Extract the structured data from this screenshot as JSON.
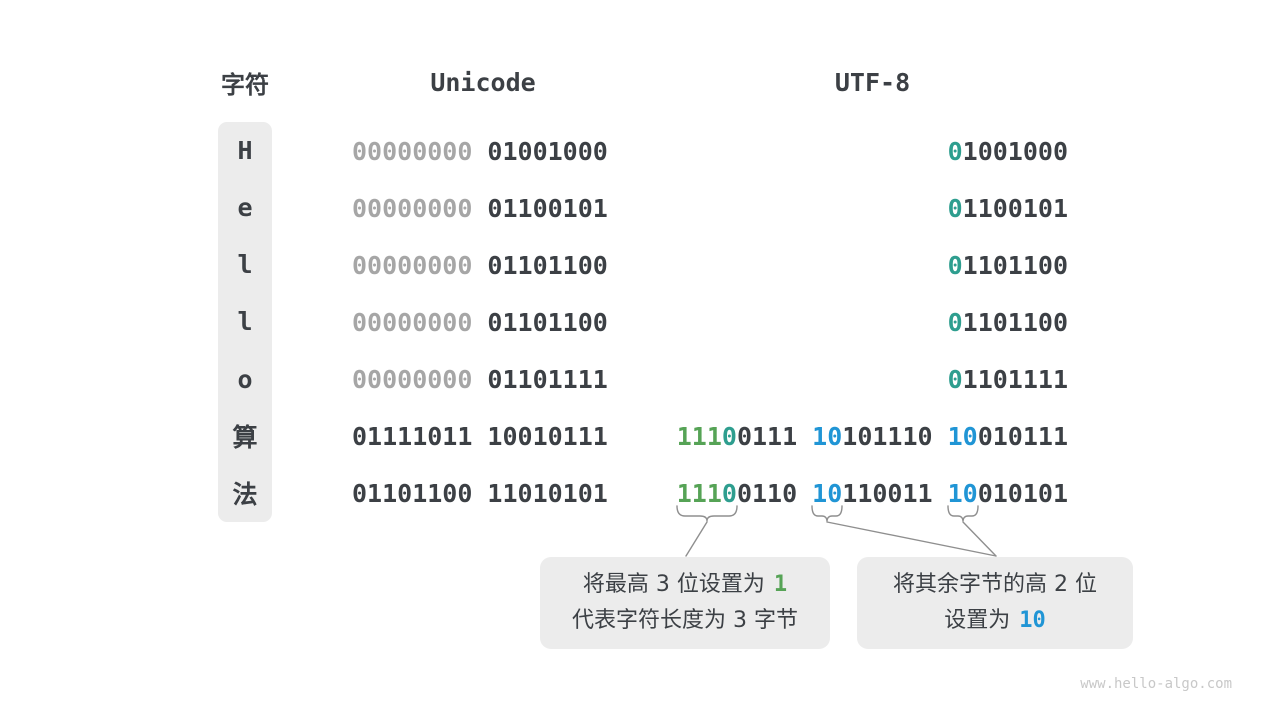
{
  "headers": {
    "char": "字符",
    "unicode": "Unicode",
    "utf8": "UTF-8"
  },
  "colors": {
    "text_dark": "#3c4045",
    "leading_zero_gray": "#a6a6a6",
    "marker_teal": "#2e9e8f",
    "marker_green": "#56a356",
    "marker_blue": "#2095d5",
    "box_background": "#ececec",
    "connector_gray": "#8f8f8f",
    "watermark_gray": "#c8c8c8"
  },
  "rows": [
    {
      "char": "H",
      "u1": "00000000",
      "u2": "01001000",
      "utf8": {
        "s1": "0",
        "s2": "1001000"
      }
    },
    {
      "char": "e",
      "u1": "00000000",
      "u2": "01100101",
      "utf8": {
        "s1": "0",
        "s2": "1100101"
      }
    },
    {
      "char": "l",
      "u1": "00000000",
      "u2": "01101100",
      "utf8": {
        "s1": "0",
        "s2": "1101100"
      }
    },
    {
      "char": "l",
      "u1": "00000000",
      "u2": "01101100",
      "utf8": {
        "s1": "0",
        "s2": "1101100"
      }
    },
    {
      "char": "o",
      "u1": "00000000",
      "u2": "01101111",
      "utf8": {
        "s1": "0",
        "s2": "1101111"
      }
    },
    {
      "char": "算",
      "u1": "01111011",
      "u2": "10010111",
      "utf8": {
        "b1a": "111",
        "b1b": "0",
        "b1c": "0111",
        "b2a": "10",
        "b2b": "101110",
        "b3a": "10",
        "b3b": "010111"
      }
    },
    {
      "char": "法",
      "u1": "01101100",
      "u2": "11010101",
      "utf8": {
        "b1a": "111",
        "b1b": "0",
        "b1c": "0110",
        "b2a": "10",
        "b2b": "110011",
        "b3a": "10",
        "b3b": "010101"
      }
    }
  ],
  "callout_high": {
    "l1a": "将最高 3 位设置为 ",
    "l1b": "1",
    "l2": "代表字符长度为 3 字节"
  },
  "callout_rest": {
    "l1": "将其余字节的高 2 位",
    "l2a": "设置为 ",
    "l2b": "10"
  },
  "watermark": "www.hello-algo.com"
}
